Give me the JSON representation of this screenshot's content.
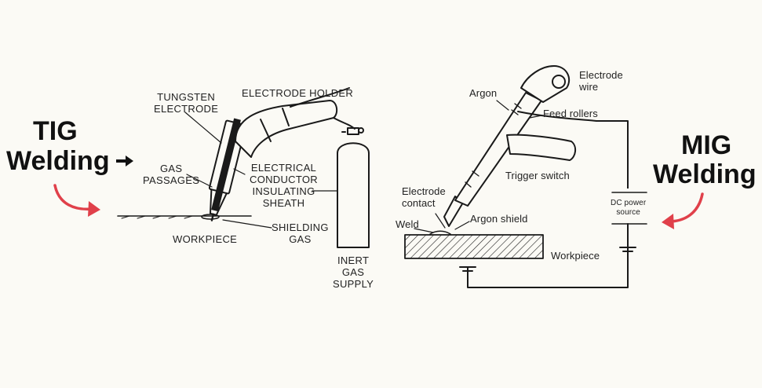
{
  "tig": {
    "title_line1": "TIG",
    "title_line2": "Welding",
    "arrow_glyph": "➜",
    "labels": {
      "tungsten_line1": "TUNGSTEN",
      "tungsten_line2": "ELECTRODE",
      "electrode_holder": "ELECTRODE HOLDER",
      "gas_passages_line1": "GAS",
      "gas_passages_line2": "PASSAGES",
      "conductor_line1": "ELECTRICAL",
      "conductor_line2": "CONDUCTOR",
      "conductor_line3": "INSULATING",
      "conductor_line4": "SHEATH",
      "shielding_line1": "SHIELDING",
      "shielding_line2": "GAS",
      "workpiece": "WORKPIECE",
      "inert_line1": "INERT",
      "inert_line2": "GAS",
      "inert_line3": "SUPPLY"
    }
  },
  "mig": {
    "title_line1": "MIG",
    "title_line2": "Welding",
    "labels": {
      "electrode_wire_line1": "Electrode",
      "electrode_wire_line2": "wire",
      "argon": "Argon",
      "feed_rollers": "Feed rollers",
      "trigger_switch": "Trigger switch",
      "electrode_contact_line1": "Electrode",
      "electrode_contact_line2": "contact",
      "weld": "Weld",
      "argon_shield": "Argon shield",
      "dc_line1": "DC power",
      "dc_line2": "source",
      "workpiece": "Workpiece"
    }
  },
  "colors": {
    "background": "#fbfaf5",
    "ink": "#1a1a1a",
    "accent_arrow": "#e0404a"
  },
  "icons": [
    "curved-arrow-icon",
    "right-arrow-icon",
    "gas-cylinder-icon"
  ]
}
